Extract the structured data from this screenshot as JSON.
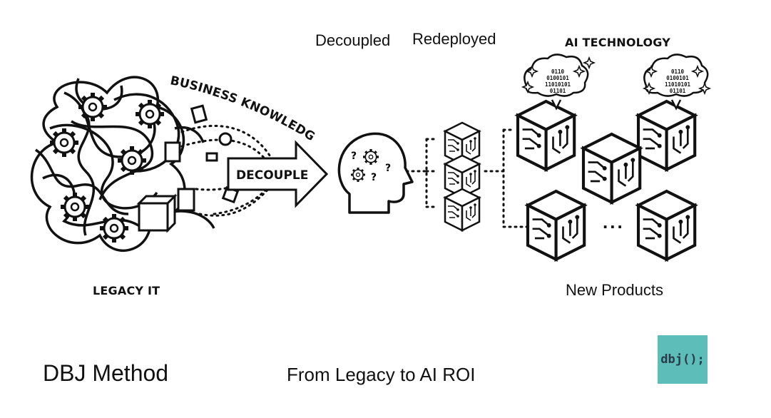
{
  "labels": {
    "decoupled": "Decoupled",
    "redeployed": "Redeployed",
    "ai_technology": "AI TECHNOLOGY",
    "business_knowledge": "BUSINESS KNOWLEDGE",
    "decouple": "DECOUPLE",
    "legacy_it": "LEGACY IT",
    "new_products": "New Products",
    "ellipsis": "...",
    "brain_binary": [
      "0110",
      "0100101",
      "11010101",
      "01101"
    ]
  },
  "footer": {
    "method": "DBJ Method",
    "subtitle": "From Legacy to AI ROI"
  },
  "logo": {
    "text": "dbj();",
    "bg_color": "#5dbdb8",
    "text_color": "#2b3a4a"
  }
}
